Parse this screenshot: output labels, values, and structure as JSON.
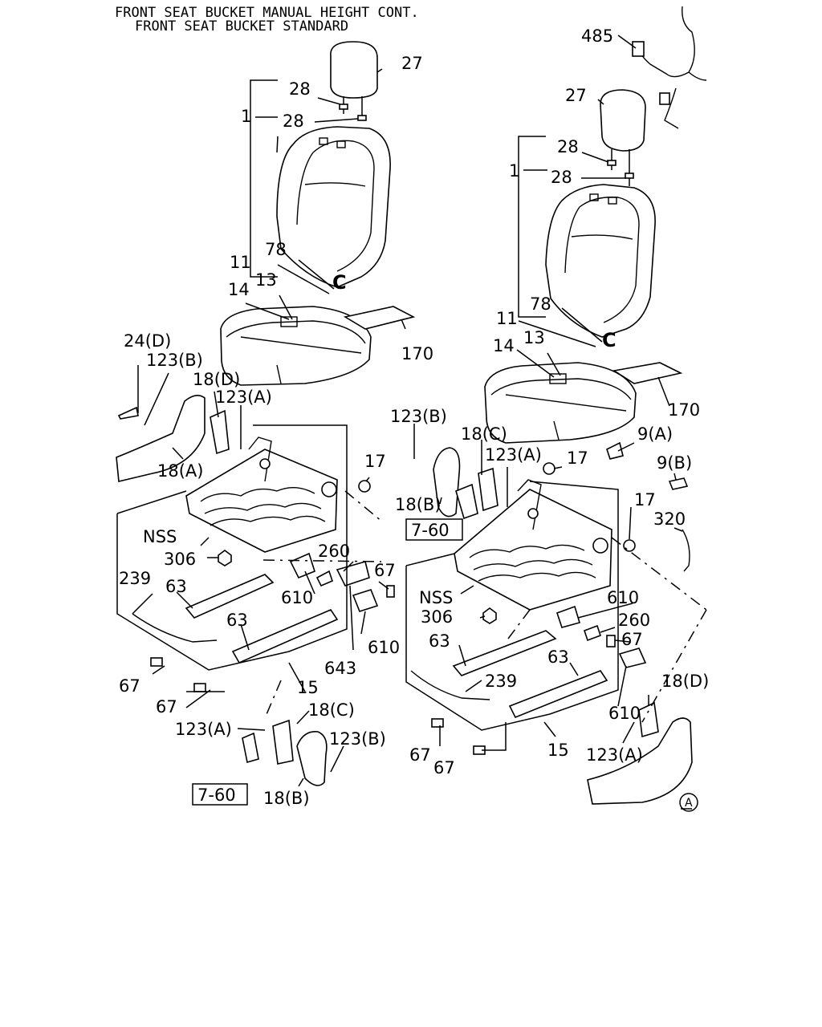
{
  "header": {
    "line1": "FRONT SEAT BUCKET MANUAL HEIGHT CONT.",
    "line2": "FRONT SEAT BUCKET STANDARD"
  },
  "left": {
    "labels": {
      "p27": "27",
      "p28a": "28",
      "p28b": "28",
      "p1": "1",
      "p78": "78",
      "p11": "11",
      "pC": "C",
      "p14": "14",
      "p13": "13",
      "p170": "170",
      "p24d": "24(D)",
      "p123b": "123(B)",
      "p18d": "18(D)",
      "p123a": "123(A)",
      "p18a": "18(A)",
      "p17": "17",
      "nss": "NSS",
      "p306": "306",
      "p260": "260",
      "p67a": "67",
      "p239": "239",
      "p63a": "63",
      "p610a": "610",
      "p610b": "610",
      "p63b": "63",
      "p643": "643",
      "p67b": "67",
      "p15": "15",
      "p67c": "67",
      "p18c": "18(C)",
      "p123a2": "123(A)",
      "p123b2": "123(B)",
      "ref": "7-60",
      "p18b": "18(B)"
    }
  },
  "right": {
    "labels": {
      "p485": "485",
      "p27": "27",
      "p28a": "28",
      "p28b": "28",
      "p1": "1",
      "p78": "78",
      "p11": "11",
      "pC": "C",
      "p14": "14",
      "p13": "13",
      "p170": "170",
      "p123b": "123(B)",
      "p18c": "18(C)",
      "p123a": "123(A)",
      "p17a": "17",
      "p9a": "9(A)",
      "p9b": "9(B)",
      "p18b": "18(B)",
      "ref": "7-60",
      "p17b": "17",
      "p320": "320",
      "nss": "NSS",
      "p306": "306",
      "p610a": "610",
      "p260": "260",
      "p63a": "63",
      "p67a": "67",
      "p239": "239",
      "p63b": "63",
      "p18d": "18(D)",
      "p610b": "610",
      "p123a2": "123(A)",
      "p67b": "67",
      "p15": "15",
      "p67c": "67",
      "pA": "A"
    }
  }
}
